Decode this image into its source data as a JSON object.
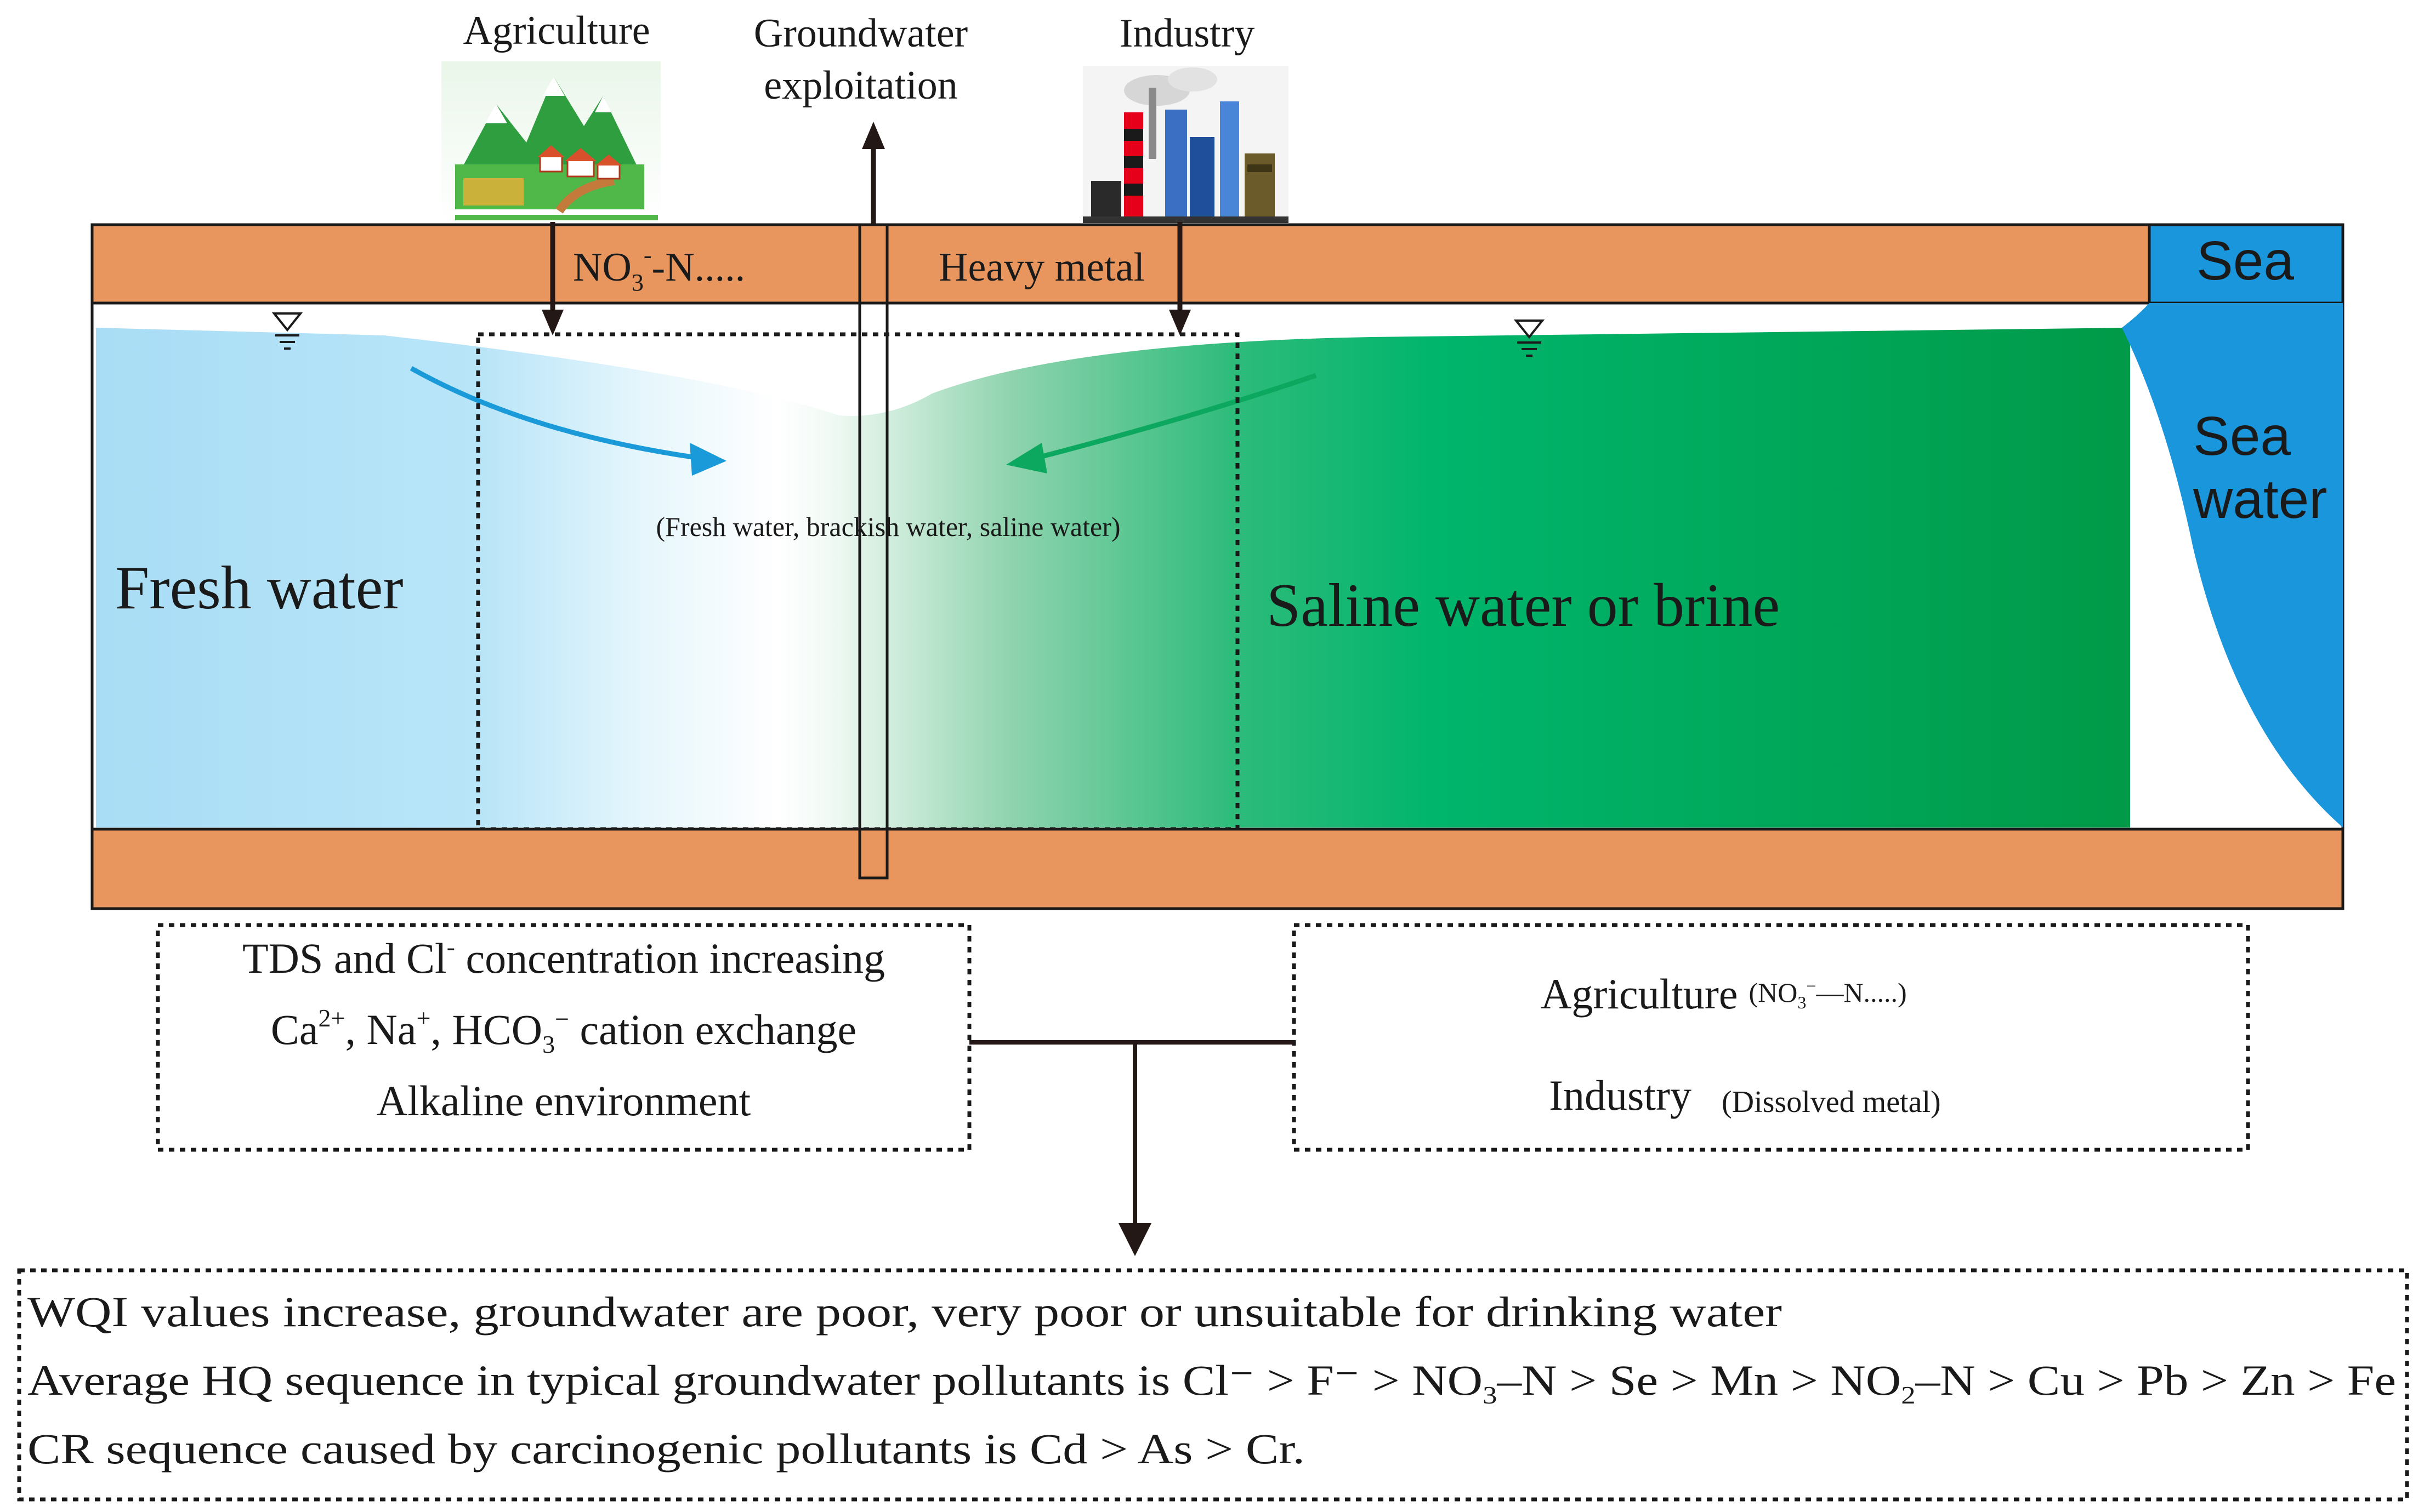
{
  "top_labels": {
    "agriculture": "Agriculture",
    "groundwater_line1": "Groundwater",
    "groundwater_line2": "exploitation",
    "industry": "Industry"
  },
  "layer_labels": {
    "no3_prefix": "NO",
    "no3_sub": "3",
    "no3_sup": "-",
    "no3_suffix": "-N.....",
    "heavy_metal": "Heavy metal",
    "sea": "Sea"
  },
  "water_labels": {
    "mixed": "(Fresh water,  brackish water,  saline water)",
    "fresh": "Fresh water",
    "saline": "Saline water or brine",
    "sea_water_line1": "Sea",
    "sea_water_line2": "water"
  },
  "left_box": {
    "line1_a": "TDS and Cl",
    "line1_sup": "-",
    "line1_b": " concentration increasing",
    "line2_ca": "Ca",
    "line2_ca_sup": "2+",
    "line2_na": ", Na",
    "line2_na_sup": "+",
    "line2_hco": ", HCO",
    "line2_hco_sub": "3",
    "line2_hco_sup": "−",
    "line2_rest": "  cation exchange",
    "line3": "Alkaline environment"
  },
  "right_box": {
    "agri_label": "Agriculture",
    "agri_detail_a": "(NO",
    "agri_detail_sub": "3",
    "agri_detail_sup": "−",
    "agri_detail_b": "—N.....)",
    "industry_label": "Industry",
    "industry_detail": "(Dissolved metal)"
  },
  "bottom_box": {
    "line1": "WQI values increase,  groundwater are poor, very poor or unsuitable for drinking water",
    "line2_a": "Average HQ sequence in typical groundwater pollutants is Cl⁻ > F⁻ > NO",
    "line2_sub1": "3",
    "line2_b": "–N > Se > Mn > NO",
    "line2_sub2": "2",
    "line2_c": "–N > Cu > Pb > Zn > Fe",
    "line3": "CR sequence caused by carcinogenic pollutants is Cd > As > Cr."
  },
  "colors": {
    "soil": "#E8965E",
    "fresh_water": "#A8DDF5",
    "saline_water": "#00A85A",
    "sea_water": "#1A96DC",
    "arrow_blue": "#1A9AD8",
    "arrow_green": "#0DA860"
  },
  "icons": {
    "agriculture": "village-mountain-icon",
    "industry": "factory-icon",
    "water_table": "water-table-icon"
  }
}
